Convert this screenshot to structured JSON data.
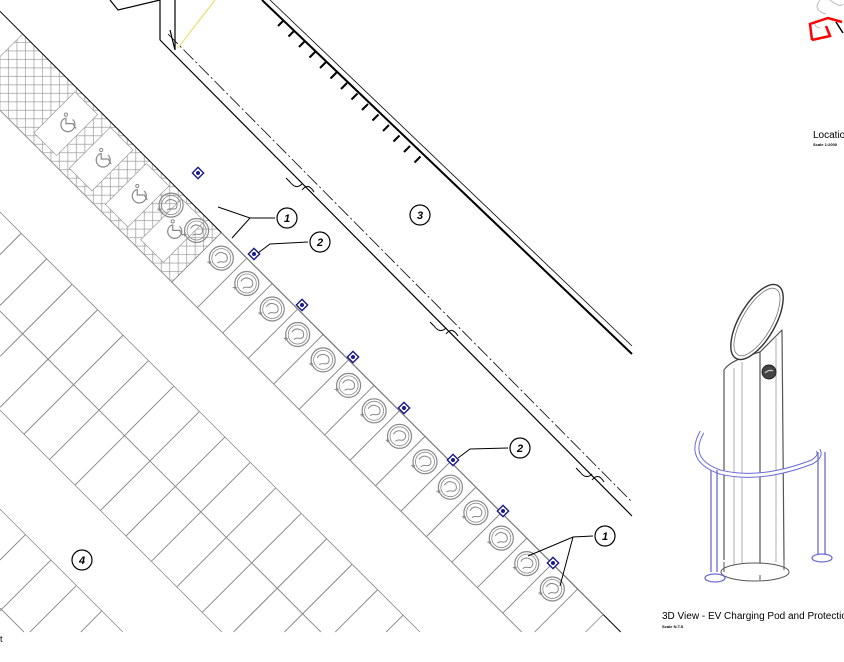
{
  "callouts": {
    "c1a": "1",
    "c2a": "2",
    "c3": "3",
    "c2b": "2",
    "c1b": "1",
    "c4": "4"
  },
  "location": {
    "title": "Locatio",
    "scale": "Scale 1:2000"
  },
  "view3d": {
    "title": "3D View - EV Charging Pod and Protectio",
    "scale": "Scale N.T.S"
  },
  "edge_text": "t",
  "colors": {
    "line": "#000000",
    "symbol": "#888888",
    "marker": "#1a1a8c",
    "location_highlight": "#ff0000",
    "barrier": "#6b6bd6"
  },
  "icons": [
    "ev-charging-bay-icon",
    "wheelchair-accessible-icon",
    "charging-point-marker-icon"
  ]
}
